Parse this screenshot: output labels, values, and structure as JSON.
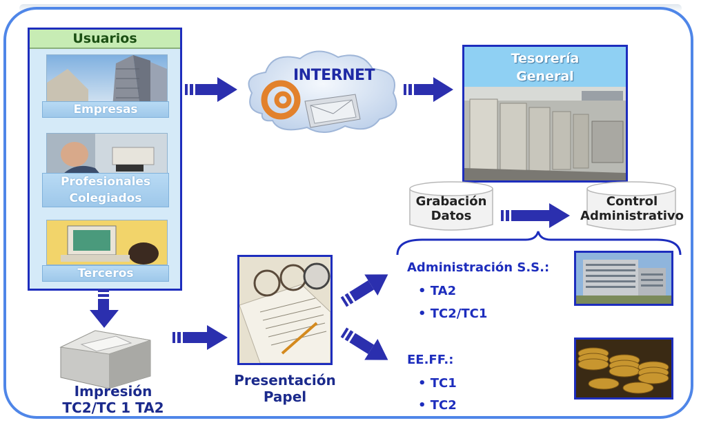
{
  "usuarios": {
    "title": "Usuarios",
    "items": [
      {
        "label": "Empresas",
        "icon": "office-buildings-photo"
      },
      {
        "label": "Profesionales Colegiados",
        "icon": "professional-at-desk-photo"
      },
      {
        "label": "Terceros",
        "icon": "computer-user-photo"
      }
    ]
  },
  "internet": {
    "label": "INTERNET",
    "icon": "at-sign-icon"
  },
  "tesoreria": {
    "title_line1": "Tesorería",
    "title_line2": "General",
    "icon": "server-room-photo"
  },
  "grabacion": {
    "line1": "Grabación",
    "line2": "Datos"
  },
  "control": {
    "line1": "Control",
    "line2": "Administrativo"
  },
  "admin": {
    "heading": "Administración S.S.:",
    "items": [
      "TA2",
      "TC2/TC1"
    ]
  },
  "eeff": {
    "heading": "EE.FF.:",
    "items": [
      "TC1",
      "TC2"
    ]
  },
  "impresion": {
    "line1": "Impresión",
    "line2": "TC2/TC 1 TA2"
  },
  "presentacion": {
    "line1": "Presentación",
    "line2": "Papel"
  },
  "colors": {
    "frame": "#4f86e8",
    "panel_border": "#1d2dbd",
    "arrow": "#2b2fae",
    "text_blue": "#1d2dbd"
  }
}
